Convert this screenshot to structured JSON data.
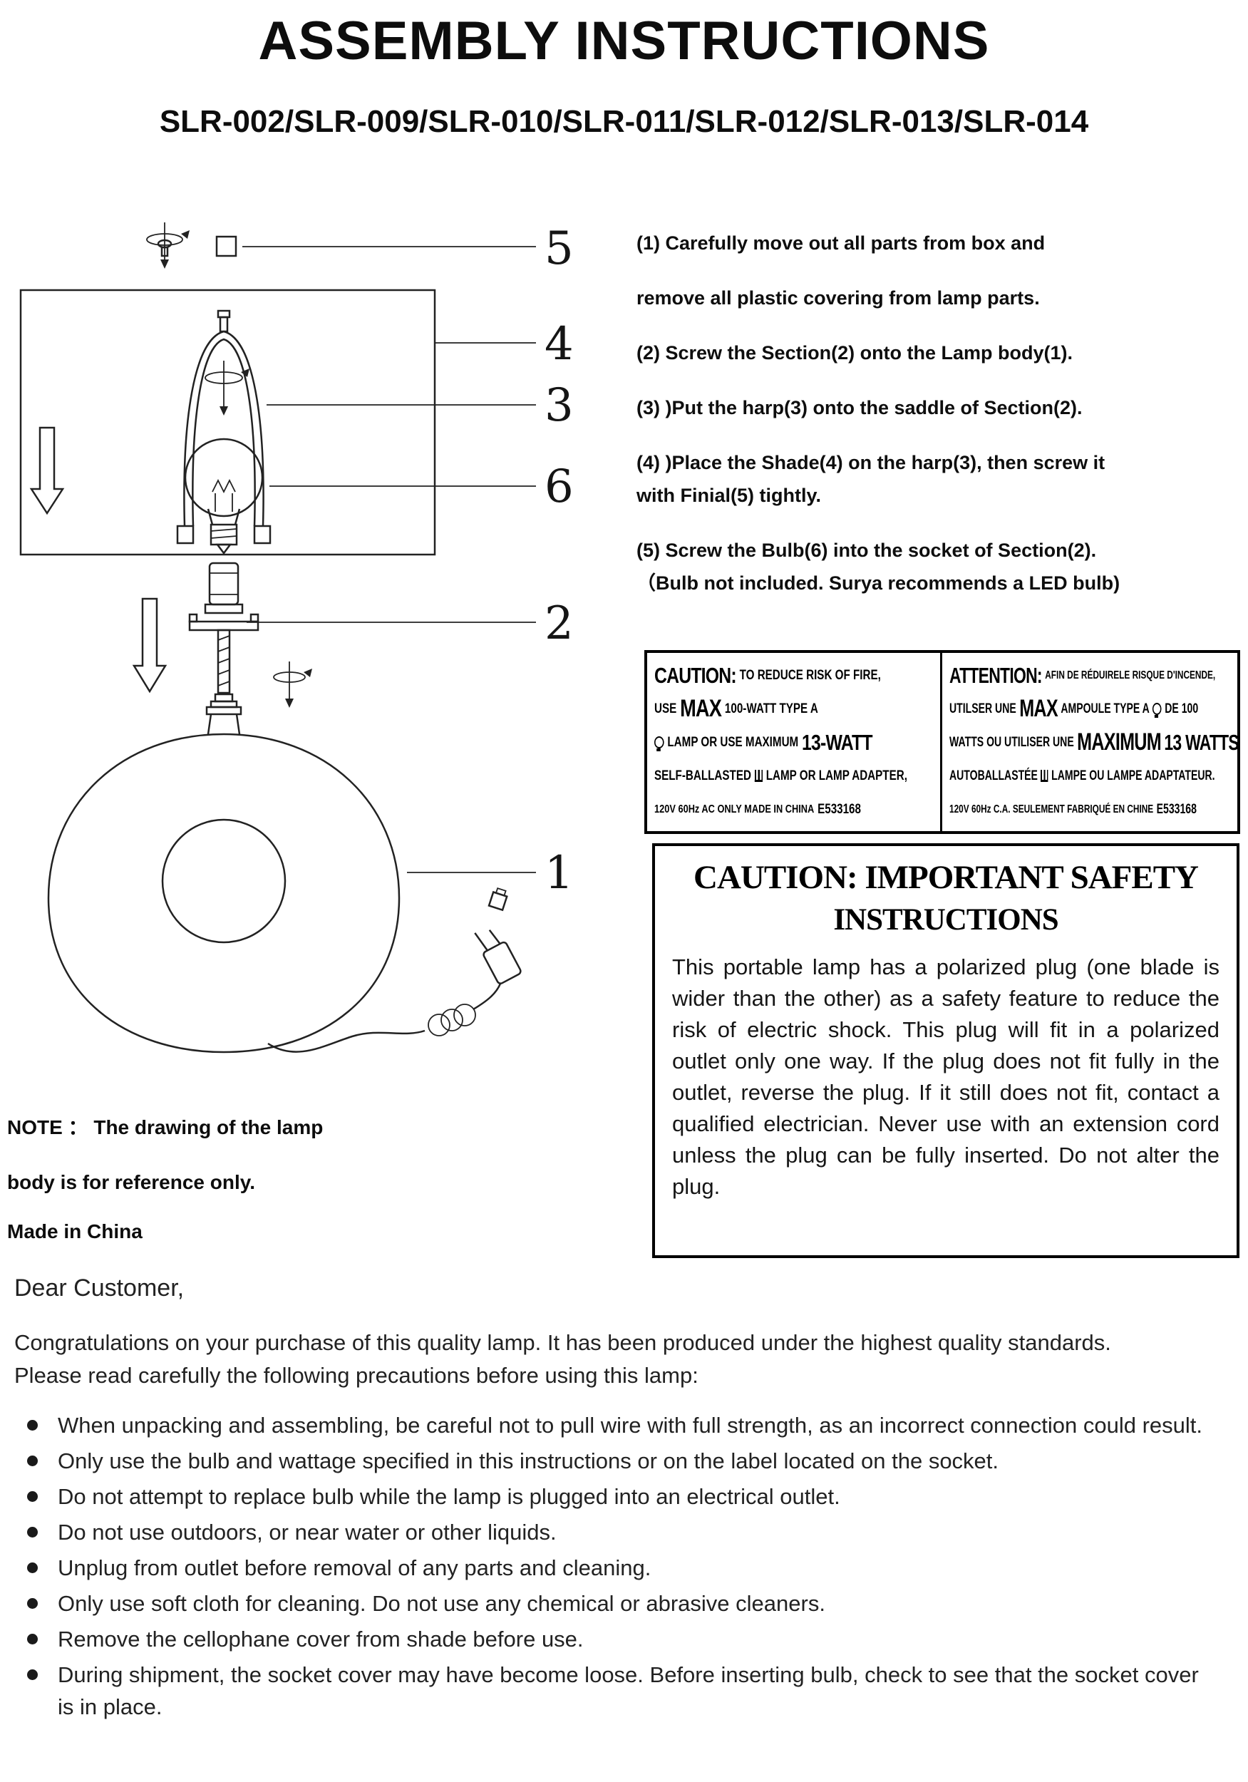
{
  "page": {
    "title": "ASSEMBLY INSTRUCTIONS",
    "models": "SLR-002/SLR-009/SLR-010/SLR-011/SLR-012/SLR-013/SLR-014"
  },
  "diagram": {
    "part_numbers": [
      "5",
      "4",
      "3",
      "6",
      "2",
      "1"
    ]
  },
  "steps": [
    [
      "(1) Carefully move out all parts from box and"
    ],
    [
      "remove all plastic covering from lamp parts."
    ],
    [
      "(2) Screw the Section(2) onto the Lamp body(1)."
    ],
    [
      "(3) )Put the harp(3) onto the saddle of Section(2)."
    ],
    [
      "(4) )Place the Shade(4) on the harp(3),  then screw it",
      "with Finial(5) tightly."
    ],
    [
      "(5) Screw the Bulb(6) into the socket of Section(2).",
      "（Bulb not included. Surya recommends a LED bulb)"
    ]
  ],
  "caution_label": {
    "en": {
      "head": "CAUTION:",
      "head_rest": "TO REDUCE RISK OF FIRE,",
      "use": "USE",
      "max": "MAX",
      "watt": "100-WATT TYPE A",
      "lamp_or": "LAMP OR USE MAXIMUM",
      "watt2": "13-WATT",
      "self_ballasted": "SELF-BALLASTED",
      "lamp_adapter": "LAMP OR LAMP ADAPTER,",
      "voltage": "120V 60Hz AC ONLY MADE IN CHINA",
      "cert": "E533168"
    },
    "fr": {
      "head": "ATTENTION:",
      "head_rest": "AFIN DE RÉDUIRELE RISQUE D'INCENDE,",
      "use": "UTILSER UNE",
      "max": "MAX",
      "watt": "AMPOULE TYPE A",
      "de100": "DE 100",
      "lamp_or": "WATTS OU UTILISER UNE",
      "maximum": "MAXIMUM",
      "watt2": "13 WATTS",
      "self_ballasted": "AUTOBALLASTÉE",
      "lamp_adapter": "LAMPE OU LAMPE ADAPTATEUR.",
      "voltage": "120V 60Hz C.A. SEULEMENT FABRIQUÉ EN CHINE",
      "cert": "E533168"
    }
  },
  "safety": {
    "title_line1": "CAUTION: IMPORTANT SAFETY",
    "title_line2": "INSTRUCTIONS",
    "body": "This portable lamp has a polarized plug (one blade is wider than the other) as a safety feature to reduce the risk of electric shock. This plug will fit in a polarized outlet only one way. If the plug does not fit fully in the outlet, reverse the plug. If it still does not fit, contact a qualified electrician. Never use with an extension cord unless the plug can be fully inserted. Do not alter the plug."
  },
  "note": {
    "line1": "NOTE ：  The drawing of the lamp",
    "line2": "body is for reference only.",
    "made_in": "Made in China"
  },
  "customer": {
    "greeting": "Dear Customer,",
    "intro": "Congratulations on your purchase of this quality lamp. It has been produced under the highest quality standards. Please read carefully the following precautions before using this lamp:",
    "bullets": [
      "When unpacking and assembling, be careful not to pull wire with full strength, as an incorrect connection could result.",
      "Only use the bulb and wattage specified in this instructions or on the label located on the socket.",
      "Do not attempt to replace bulb while the lamp is plugged into an electrical outlet.",
      "Do not use outdoors, or near water or other liquids.",
      "Unplug from outlet before removal of any parts and cleaning.",
      "Only use soft cloth for cleaning. Do not use any chemical or abrasive cleaners.",
      "Remove the cellophane cover from shade before use.",
      "During shipment, the socket cover may have become loose. Before inserting bulb, check to see that the socket cover is in place."
    ]
  }
}
